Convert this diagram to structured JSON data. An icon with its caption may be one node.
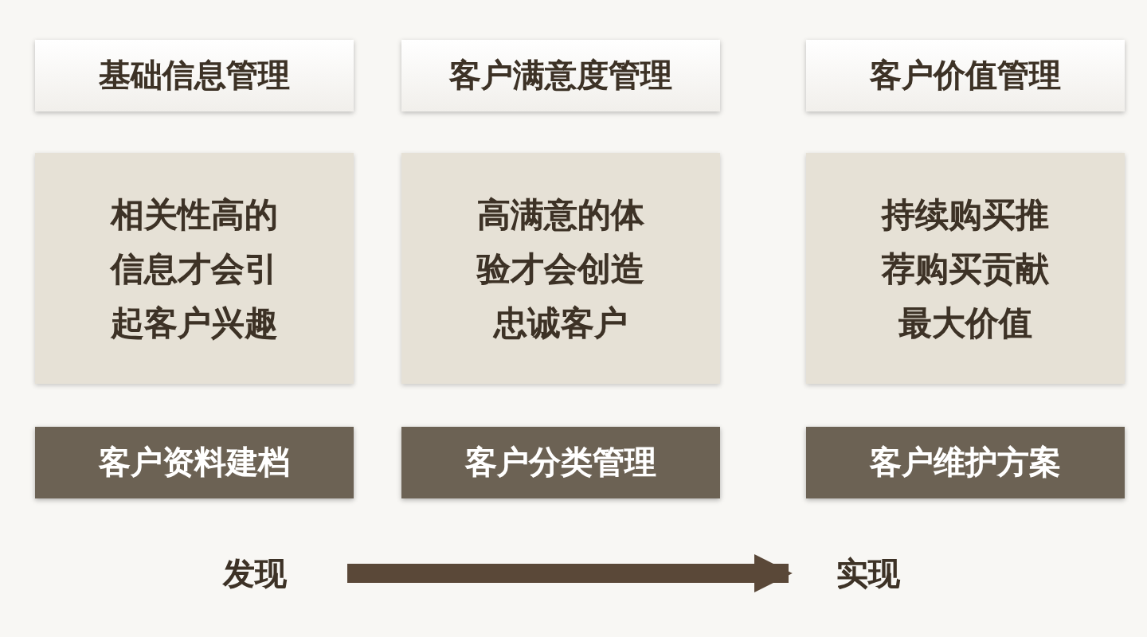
{
  "diagram": {
    "nodes": [
      {
        "text": [
          "基础信息管理"
        ]
      },
      {
        "text": [
          "客户满意度管理"
        ]
      },
      {
        "text": [
          "客户价值管理"
        ]
      },
      {
        "text": [
          "相关性高的信息才会引起客户兴趣"
        ]
      },
      {
        "text": [
          "高满意的体验才会创造忠诚客户"
        ]
      },
      {
        "text": [
          "持续购买推荐购买贡献最大价值"
        ]
      },
      {
        "text": [
          "客户资料建档"
        ]
      },
      {
        "text": [
          "客户分类管理"
        ]
      },
      {
        "text": [
          "客户维护方案"
        ]
      },
      {
        "text": [
          "发现"
        ]
      },
      {
        "text": [
          "实现"
        ]
      }
    ],
    "edges": [
      {
        "from": 9,
        "to": 10,
        "arrow": "to"
      }
    ]
  }
}
